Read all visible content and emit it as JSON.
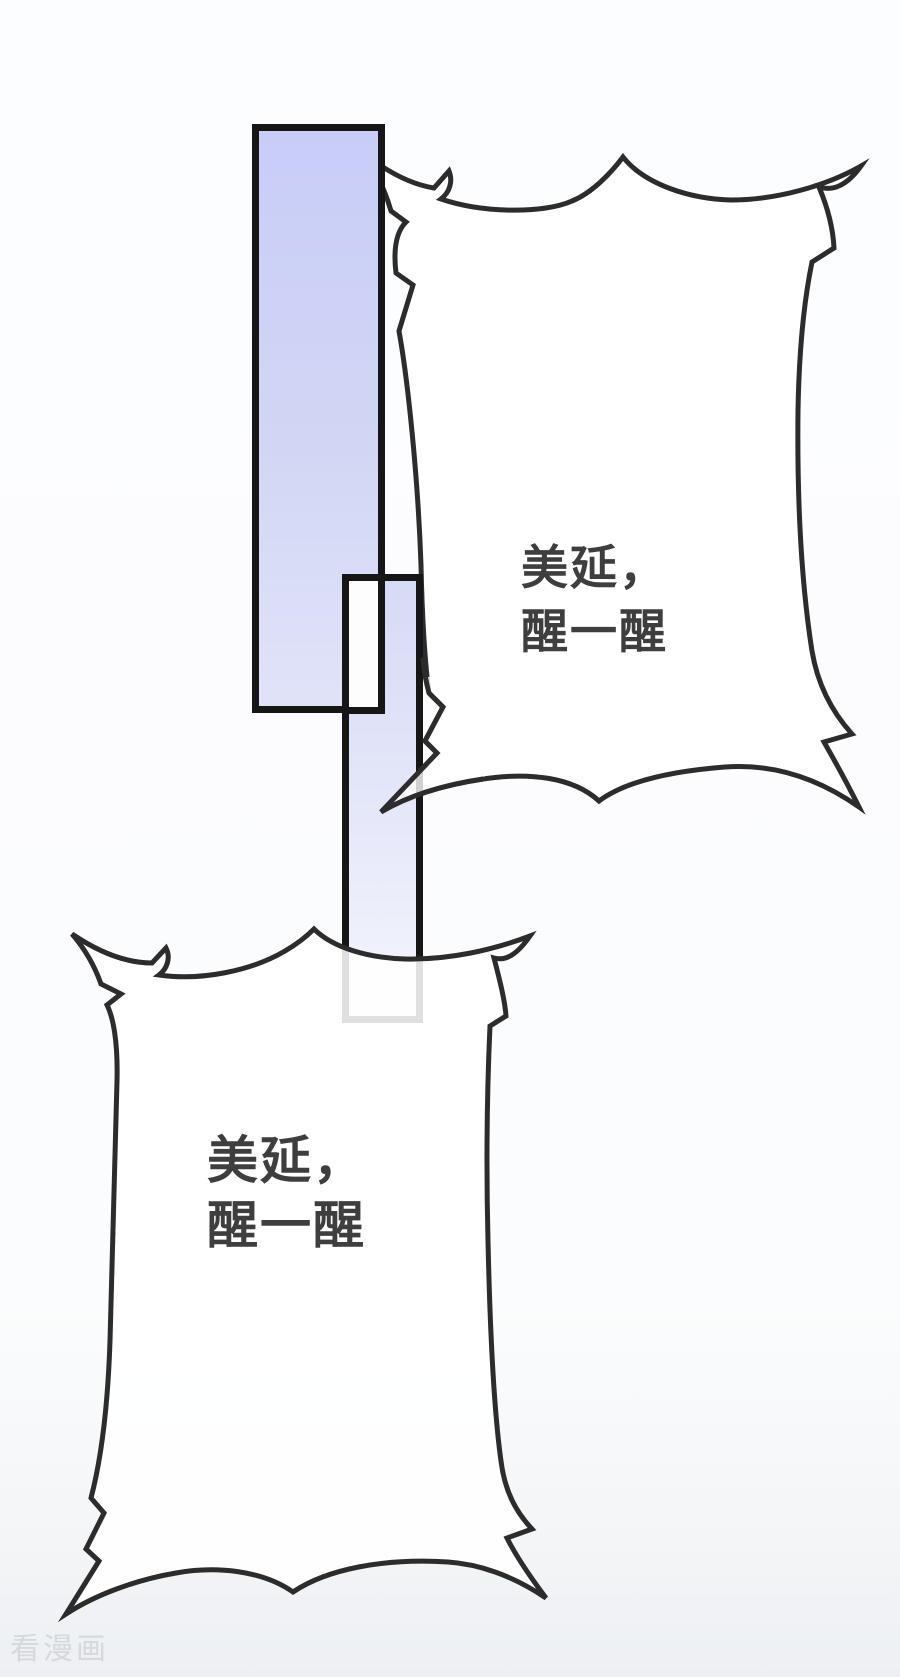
{
  "page": {
    "background_top_color": "#fcfdfe",
    "background_bottom_color": "#edf0f3"
  },
  "panels": {
    "large_rect": {
      "fill_top": "#c8cdf8",
      "fill_bottom": "#e0e3f8",
      "border_color": "#161616"
    },
    "column_rect": {
      "fill_top": "#d6dbf6",
      "fill_bottom": "#f4f5fc",
      "border_color": "#161616"
    },
    "white_rect": {
      "fill": "#fdfdfe",
      "border_color": "#161616"
    }
  },
  "speech": {
    "outline_color": "#2c2c2c",
    "bubble_fill": "#ffffff",
    "text_color": "#3e3e3e",
    "top_bubble": {
      "line1": "美延，",
      "line2": "醒一醒"
    },
    "bottom_bubble": {
      "line1": "美延，",
      "line2": "醒一醒"
    }
  },
  "watermark": {
    "label": "看漫画",
    "color": "#d5d8dc"
  }
}
